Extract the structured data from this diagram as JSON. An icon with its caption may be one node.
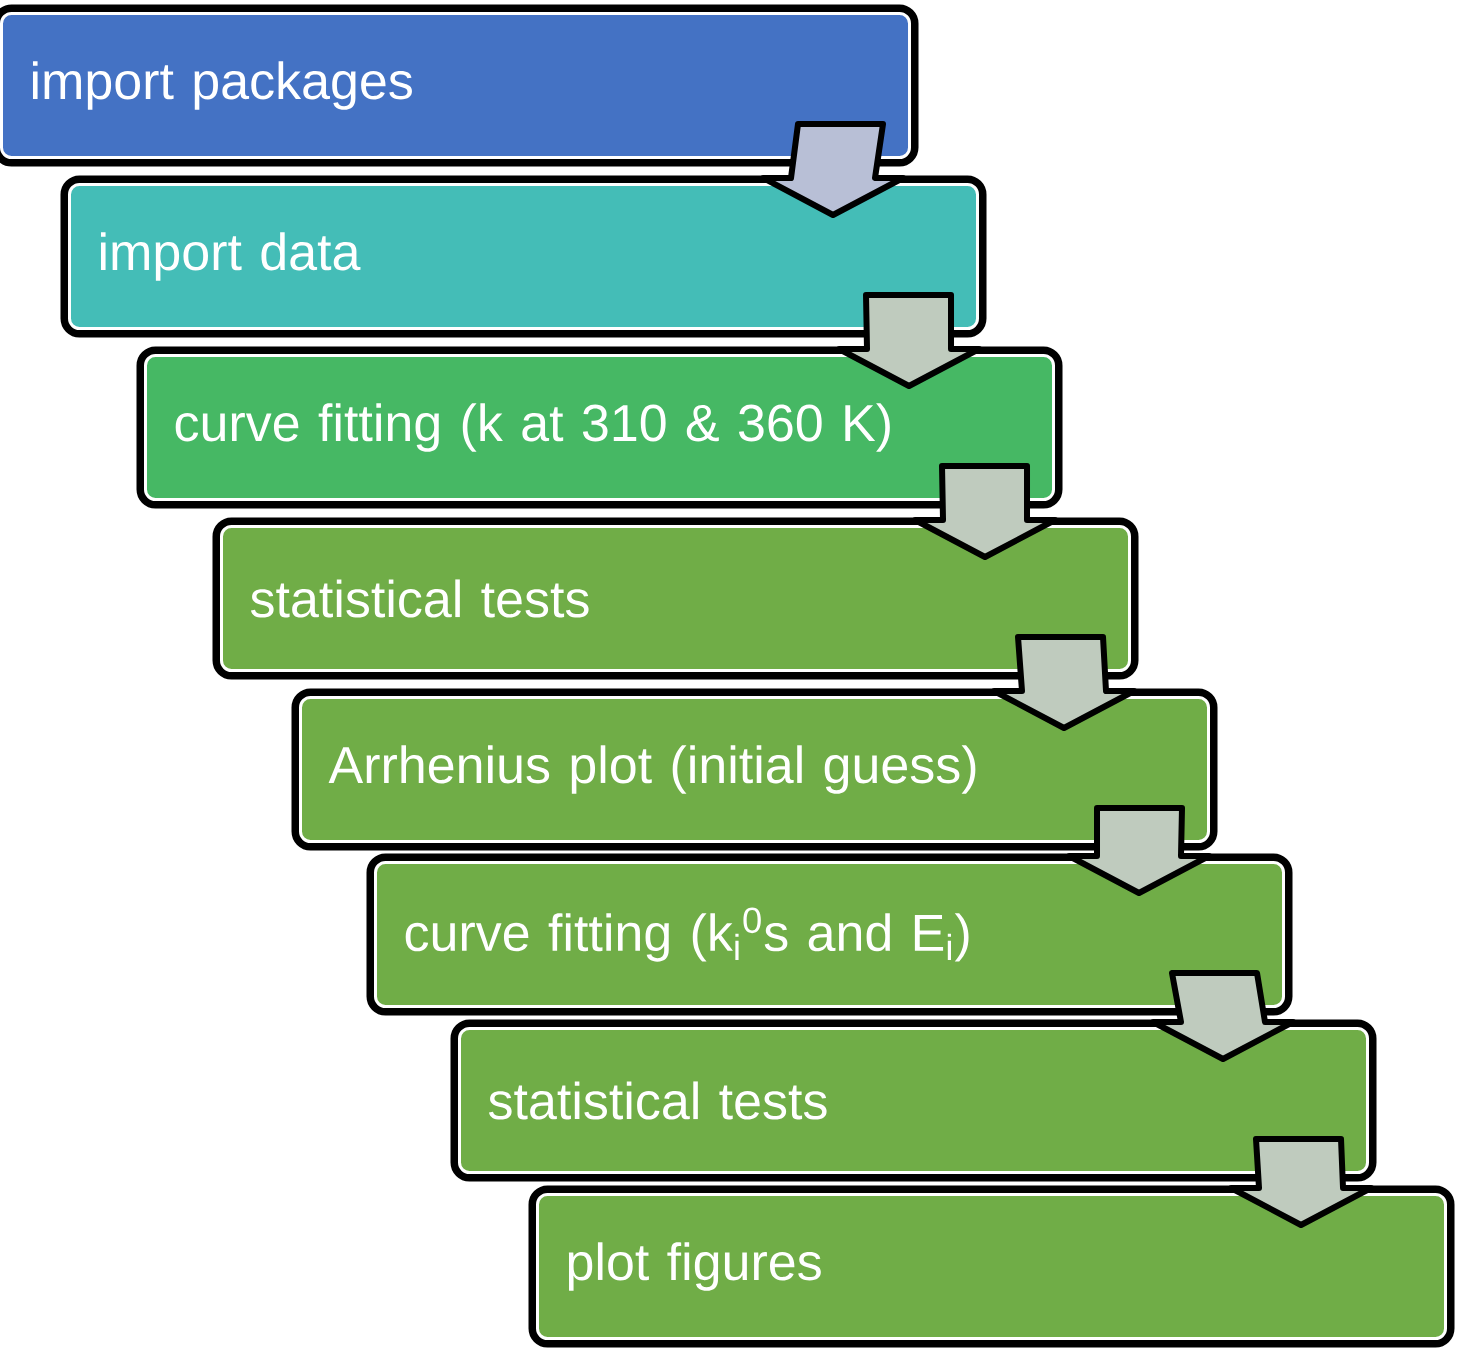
{
  "diagram": {
    "nodes": [
      {
        "text": [
          "import packages"
        ]
      },
      {
        "text": [
          "import data"
        ]
      },
      {
        "text": [
          "curve fitting (k at 310 & 360 K)"
        ]
      },
      {
        "text": [
          "statistical tests"
        ]
      },
      {
        "text": [
          "Arrhenius plot (initial guess)"
        ]
      },
      {
        "text": [
          "curve fitting (k$_{i}$$^{0}$s and E$_{i}$)"
        ]
      },
      {
        "text": [
          "statistical tests"
        ]
      },
      {
        "text": [
          "plot figures"
        ]
      }
    ],
    "edges": [
      {
        "from": 0,
        "to": 1,
        "arrow": "to",
        "color": "#b8bfd6"
      },
      {
        "from": 1,
        "to": 2,
        "arrow": "to"
      },
      {
        "from": 2,
        "to": 3,
        "arrow": "to"
      },
      {
        "from": 3,
        "to": 4,
        "arrow": "to"
      },
      {
        "from": 4,
        "to": 5,
        "arrow": "to"
      },
      {
        "from": 5,
        "to": 6,
        "arrow": "to"
      },
      {
        "from": 6,
        "to": 7,
        "arrow": "to"
      }
    ]
  }
}
